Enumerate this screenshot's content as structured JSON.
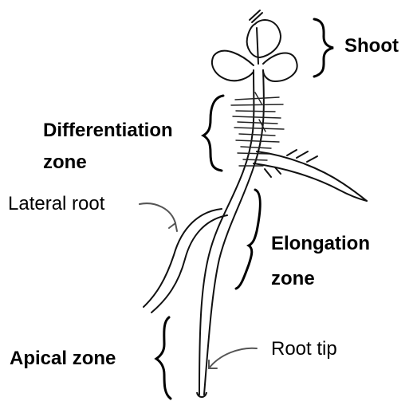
{
  "labels": {
    "shoot": "Shoot",
    "differentiation_zone_line1": "Differentiation",
    "differentiation_zone_line2": "zone",
    "lateral_root": "Lateral root",
    "elongation_zone_line1": "Elongation",
    "elongation_zone_line2": "zone",
    "apical_zone": "Apical zone",
    "root_tip": "Root tip"
  },
  "colors": {
    "ink": "#000000",
    "background": "#ffffff"
  }
}
